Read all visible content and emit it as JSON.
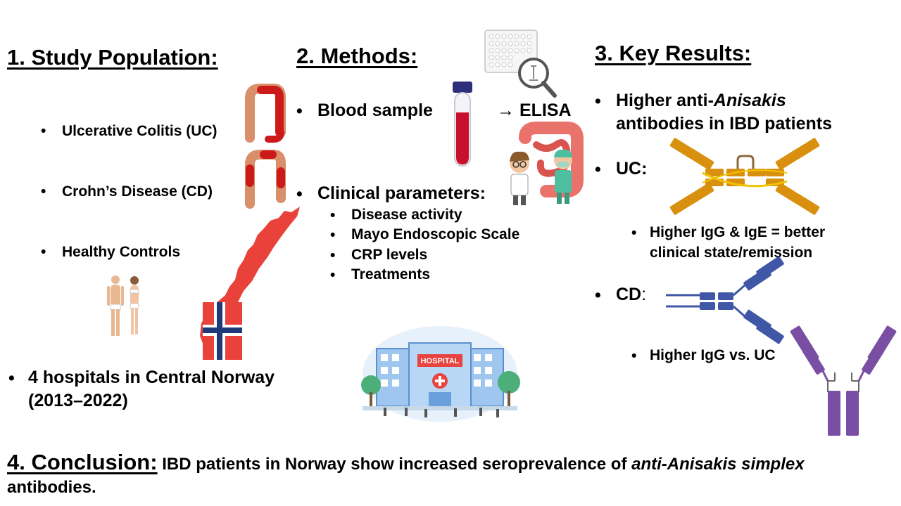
{
  "population": {
    "heading": "1. Study Population:",
    "groups": [
      "Ulcerative Colitis (UC)",
      "Crohn’s Disease (CD)",
      "Healthy Controls"
    ],
    "hospitals_line1": "4 hospitals in Central Norway",
    "hospitals_line2": "(2013–2022)"
  },
  "methods": {
    "heading": "2. Methods:",
    "blood_sample": "Blood sample",
    "elisa": "→ ELISA",
    "clinical_parameters": "Clinical parameters:",
    "sub_items": [
      "Disease activity",
      "Mayo Endoscopic Scale",
      "CRP levels",
      "Treatments"
    ],
    "hospital_sign": "HOSPITAL"
  },
  "results": {
    "heading": "3. Key Results:",
    "main_pre": "Higher anti-",
    "main_italic": "Anisakis",
    "main_line2": "antibodies in IBD patients",
    "uc_label": "UC:",
    "uc_line1": "Higher IgG & IgE = better",
    "uc_line2": "clinical state/remission",
    "cd_label": "CD",
    "cd_colon": ":",
    "cd_text": "Higher IgG vs. UC"
  },
  "conclusion": {
    "heading": "4. Conclusion:",
    "text_pre": " IBD patients in Norway show increased seroprevalence of ",
    "text_italic": "anti-Anisakis simplex",
    "text_post": " antibodies."
  },
  "colors": {
    "uc_antibody": "#d9900f",
    "cd_antibody_blue": "#3f57a6",
    "cd_antibody_purple": "#7a4fa3",
    "norway_red": "#e8423b",
    "norway_blue": "#1f3a7a",
    "colon_red": "#cc1a1a"
  }
}
